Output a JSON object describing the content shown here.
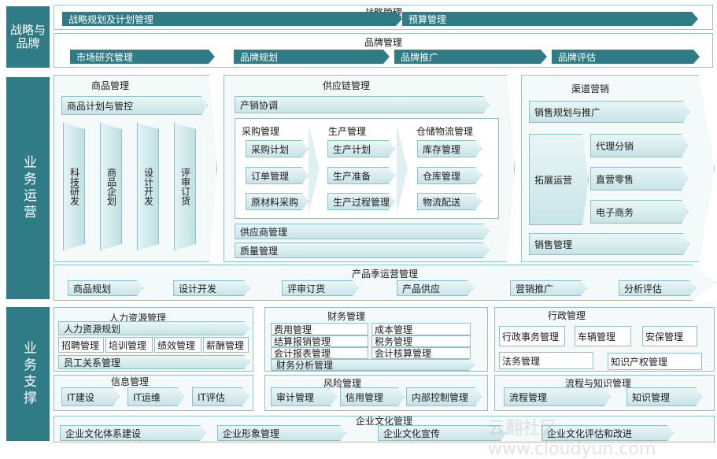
{
  "side_labels": {
    "strategy": "战略与\n品牌",
    "operations": "业务运营",
    "support": "业务支撑"
  },
  "strategy": {
    "header": "战略管理",
    "items": [
      "战略规划及计划管理",
      "预算管理"
    ]
  },
  "brand": {
    "header": "品牌管理",
    "items": [
      "市场研究管理",
      "品牌规划",
      "品牌推广",
      "品牌评估"
    ]
  },
  "product": {
    "title": "商品管理",
    "top": "商品计划与管控",
    "columns": [
      "科技研发",
      "商品企划",
      "设计开发",
      "评审订货"
    ]
  },
  "supply": {
    "title": "供应链管理",
    "top": "产销协调",
    "groups": [
      {
        "title": "采购管理",
        "items": [
          "采购计划",
          "订单管理",
          "原材料采购"
        ]
      },
      {
        "title": "生产管理",
        "items": [
          "生产计划",
          "生产准备",
          "生产过程管理"
        ]
      },
      {
        "title": "仓储物流管理",
        "items": [
          "库存管理",
          "仓库管理",
          "物流配送"
        ]
      }
    ],
    "bottom": [
      "供应商管理",
      "质量管理"
    ]
  },
  "channel": {
    "title": "渠道营销",
    "top": "销售规划与推广",
    "expand": "拓展运营",
    "subs": [
      "代理分销",
      "直营零售",
      "电子商务"
    ],
    "bottom": "销售管理"
  },
  "season": {
    "header": "产品季运营管理",
    "items": [
      "商品规划",
      "设计开发",
      "评审订货",
      "产品供应",
      "营销推广",
      "分析评估"
    ]
  },
  "hr": {
    "title": "人力资源管理",
    "row1": "人力资源规划",
    "row2": [
      "招聘管理",
      "培训管理",
      "绩效管理",
      "薪酬管理"
    ],
    "row3": "员工关系管理"
  },
  "finance": {
    "title": "财务管理",
    "left": [
      "费用管理",
      "结算报销管理",
      "会计报表管理"
    ],
    "right": [
      "成本管理",
      "税务管理",
      "会计核算管理"
    ],
    "bottom": "财务分析管理"
  },
  "admin": {
    "title": "行政管理",
    "row1": [
      "行政事务管理",
      "车辆管理",
      "安保管理"
    ],
    "row2": [
      "法务管理",
      "知识产权管理"
    ]
  },
  "info": {
    "title": "信息管理",
    "items": [
      "IT建设",
      "IT运维",
      "IT评估"
    ]
  },
  "risk": {
    "title": "风险管理",
    "items": [
      "审计管理",
      "信用管理",
      "内部控制管理"
    ]
  },
  "process": {
    "title": "流程与知识管理",
    "items": [
      "流程管理",
      "知识管理"
    ]
  },
  "culture": {
    "header": "企业文化管理",
    "items": [
      "企业文化体系建设",
      "企业形象管理",
      "企业文化宣传",
      "企业文化评估和改进"
    ]
  },
  "watermark": "云翻社区 www.cloudyun.com",
  "colors": {
    "accent": "#2f7b86",
    "light": "#c7e4e7",
    "border": "#8fc0c6"
  }
}
